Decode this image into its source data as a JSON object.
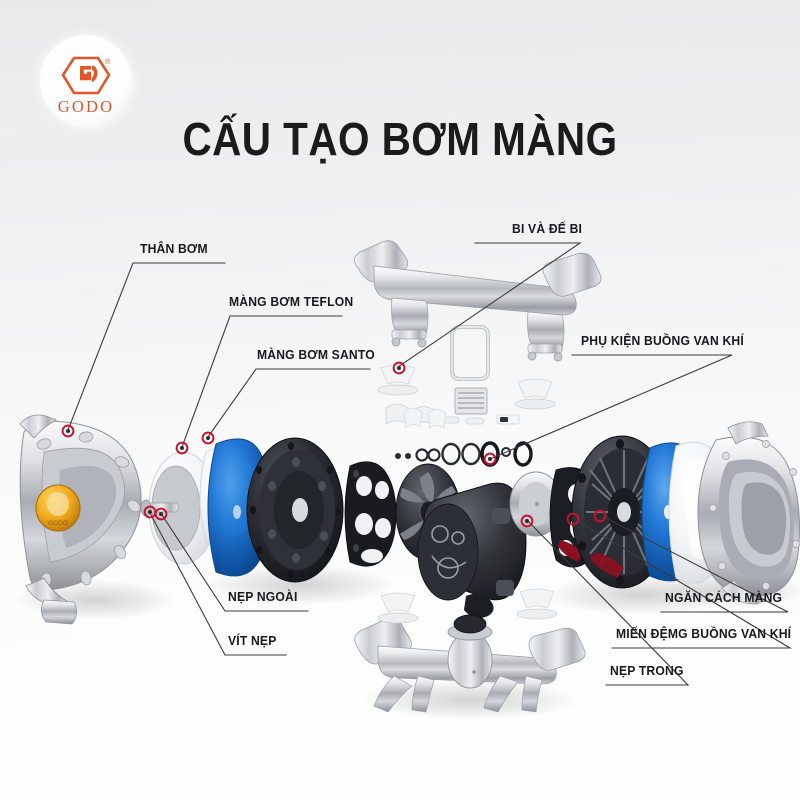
{
  "brand": {
    "logo_icon": "godo-hexagon-logo-icon",
    "name": "GODO",
    "registered_mark": "®",
    "accent_color": "#e2562a"
  },
  "header": {
    "title": "CẤU TẠO BƠM MÀNG"
  },
  "diagram": {
    "type": "exploded-assembly",
    "subject": "diaphragm-pump",
    "marker_color": "#c8102e",
    "leader_color": "#3a3a3a",
    "callouts": [
      {
        "id": "than-bom",
        "label": "THÂN BƠM"
      },
      {
        "id": "mang-bom-teflon",
        "label": "MÀNG BƠM TEFLON"
      },
      {
        "id": "mang-bom-santo",
        "label": "MÀNG BƠM SANTO"
      },
      {
        "id": "bi-va-de-bi",
        "label": "BI VÀ ĐẾ BI"
      },
      {
        "id": "phu-kien-buong-van-khi",
        "label": "PHỤ KIỆN BUỒNG VAN KHÍ"
      },
      {
        "id": "nep-ngoai",
        "label": "NẸP NGOÀI"
      },
      {
        "id": "vit-nep",
        "label": "VÍT NẸP"
      },
      {
        "id": "ngan-cach-mang",
        "label": "NGĂN CÁCH MÀNG"
      },
      {
        "id": "mien-demg-buong-van-khi",
        "label": "MIẾN ĐỆMG BUỒNG VAN KHÍ"
      },
      {
        "id": "nep-trong",
        "label": "NẸP TRONG"
      }
    ],
    "parts": [
      {
        "id": "left-pump-housing",
        "name": "left pump body housing",
        "color": "#b9bcc0"
      },
      {
        "id": "left-outer-clamp",
        "name": "outer clamp plate",
        "color": "#f2f3f5"
      },
      {
        "id": "teflon-diaphragm",
        "name": "teflon diaphragm",
        "color": "#f4f5f7"
      },
      {
        "id": "santo-diaphragm",
        "name": "santoprene diaphragm",
        "color": "#1768c4"
      },
      {
        "id": "left-inner-plate",
        "name": "inner backing plate",
        "color": "#24262b"
      },
      {
        "id": "center-valve-plate",
        "name": "center valve plate",
        "color": "#17181c"
      },
      {
        "id": "air-distributor",
        "name": "air distributor rotor",
        "color": "#3a3d43"
      },
      {
        "id": "air-valve-body",
        "name": "air valve chamber body",
        "color": "#1b1d21"
      },
      {
        "id": "right-inner-plate",
        "name": "right inner backing plate",
        "color": "#24262b"
      },
      {
        "id": "right-santo-diaphragm",
        "name": "right santoprene diaphragm",
        "color": "#1768c4"
      },
      {
        "id": "right-teflon-diaphragm",
        "name": "right teflon diaphragm",
        "color": "#f4f5f7"
      },
      {
        "id": "right-pump-housing",
        "name": "right pump body housing",
        "color": "#b9bcc0"
      },
      {
        "id": "top-manifold",
        "name": "upper discharge manifold",
        "color": "#c6c9cd"
      },
      {
        "id": "bottom-manifold",
        "name": "lower suction manifold",
        "color": "#c6c9cd"
      },
      {
        "id": "ball-seat-row",
        "name": "ball and seat set",
        "color": "#e9eaec"
      },
      {
        "id": "gasket-rect",
        "name": "rectangular gasket",
        "color": "#dcdee1"
      },
      {
        "id": "muffler",
        "name": "exhaust muffler",
        "color": "#d2d4d8"
      }
    ]
  }
}
